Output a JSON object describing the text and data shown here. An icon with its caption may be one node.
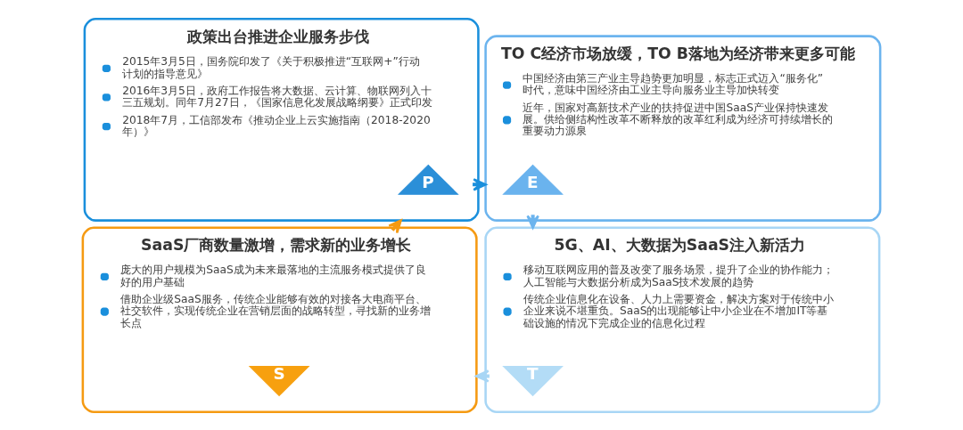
{
  "diagram": {
    "nodes": [
      {
        "text": [
          "政策出台推进企业服务步伐",
          "2015年3月5日，国务院印发了《关于积极推进“互联网+”行动计划的指导意见》",
          "2016年3月5日，政府工作报告将大数据、云计算、物联网列入十三五规划。同年7月27日，《国家信息化发展战略纲要》正式印发",
          "2018年7月，工信部发布《推动企业上云实施指南（2018-2020年）》"
        ]
      },
      {
        "text": [
          "P"
        ],
        "in": 0
      },
      {
        "text": [
          "TO C经济市场放缓，TO B落地为经济带来更多可能",
          "中国经济由第三产业主导趋势更加明显，标志正式迈入“服务化”时代，意味中国经济由工业主导向服务业主导加快转变",
          "近年，国家对高新技术产业的扶持促进中国SaaS产业保持快速发展。供给侧结构性改革不断释放的改革红利成为经济可持续增长的重要动力源泉"
        ]
      },
      {
        "text": [
          "E"
        ],
        "in": 2
      },
      {
        "text": [
          "SaaS厂商数量激增，需求新的业务增长",
          "庞大的用户规模为SaaS成为未来最落地的主流服务模式提供了良好的用户基础",
          "借助企业级SaaS服务，传统企业能够有效的对接各大电商平台、社交软件，实现传统企业在营销层面的战略转型，寻找新的业务增长点"
        ]
      },
      {
        "text": [
          "S"
        ],
        "in": 4
      },
      {
        "text": [
          "5G、AI、大数据为SaaS注入新活力",
          "移动互联网应用的普及改变了服务场景，提升了企业的协作能力；人工智能与大数据分析成为SaaS技术发展的趋势",
          "传统企业信息化在设备、人力上需要资金，解决方案对于传统中小企业来说不堪重负。SaaS的出现能够让中小企业在不增加IT等基础设施的情况下完成企业的信息化过程"
        ]
      },
      {
        "text": [
          "T"
        ],
        "in": 6
      }
    ],
    "edges": [
      {
        "from": 0,
        "to": 2,
        "arrow": "to",
        "color": "#1a8fdc"
      },
      {
        "from": 2,
        "to": 6,
        "arrow": "to",
        "color": "#6cb4ee"
      },
      {
        "from": 6,
        "to": 4,
        "arrow": "to",
        "color": "#a8d6f5"
      },
      {
        "from": 4,
        "to": 0,
        "arrow": "to",
        "color": "#f59a12"
      }
    ]
  }
}
